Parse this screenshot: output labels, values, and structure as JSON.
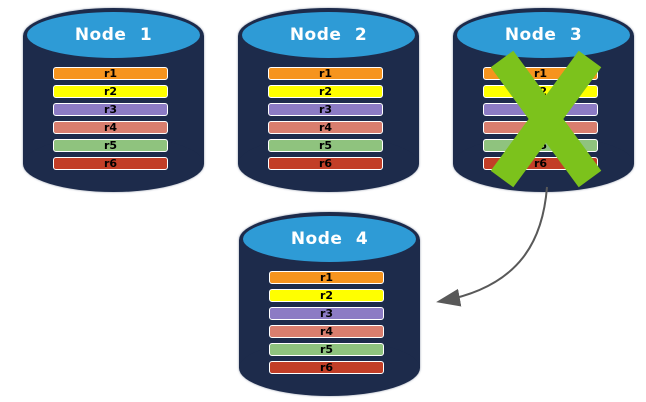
{
  "diagram": {
    "description": "Database replication diagram: node failure and recovery",
    "colors": {
      "cylinder_body": "#1D2B4B",
      "cylinder_top": "#2E9BD6",
      "failure_x": "#7CC21C",
      "arrow": "#595959"
    },
    "replicas": [
      {
        "label": "r1",
        "color": "#F6941E"
      },
      {
        "label": "r2",
        "color": "#FFFF00"
      },
      {
        "label": "r3",
        "color": "#8C7BC4"
      },
      {
        "label": "r4",
        "color": "#D97E6E"
      },
      {
        "label": "r5",
        "color": "#8FC37E"
      },
      {
        "label": "r6",
        "color": "#C23E27"
      }
    ],
    "nodes": [
      {
        "label": "Node 1",
        "failed": false
      },
      {
        "label": "Node 2",
        "failed": false
      },
      {
        "label": "Node 3",
        "failed": true
      },
      {
        "label": "Node 4",
        "failed": false
      }
    ],
    "arrow": {
      "from": "Node 3",
      "to": "Node 4"
    }
  }
}
